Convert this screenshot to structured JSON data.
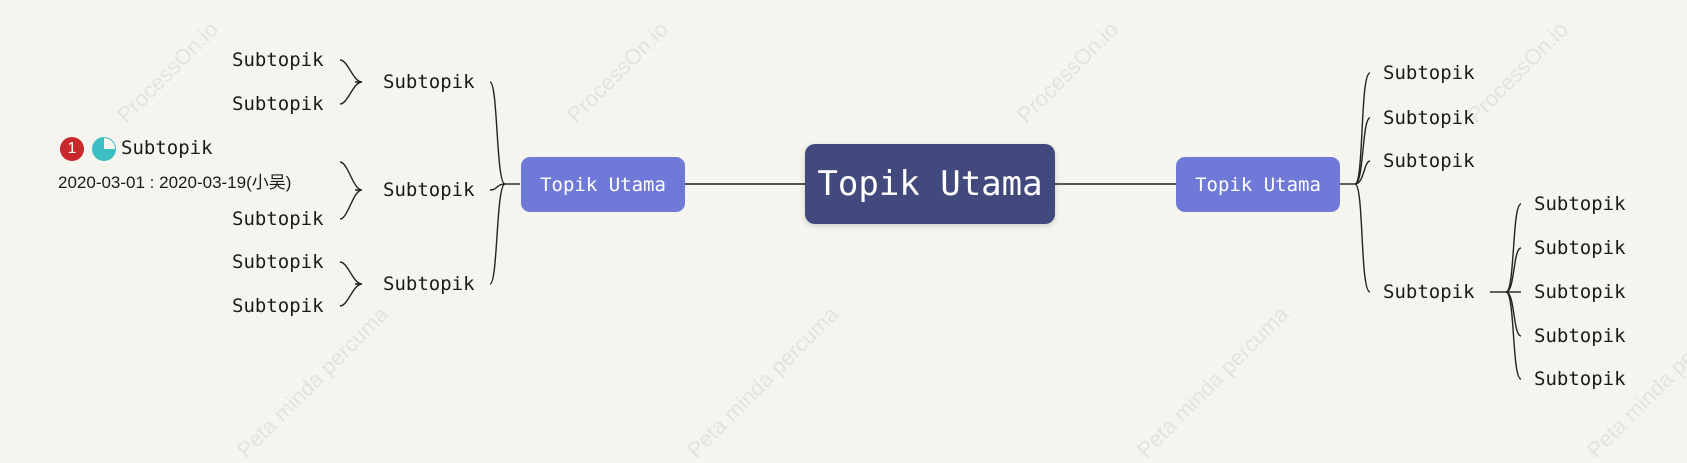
{
  "central_topic": "Topik Utama",
  "left_main": {
    "label": "Topik Utama",
    "subtopics": [
      {
        "label": "Subtopik",
        "children": [
          "Subtopik",
          "Subtopik"
        ]
      },
      {
        "label": "Subtopik",
        "children": [
          "Subtopik",
          "Subtopik"
        ],
        "task": {
          "priority": "1",
          "label": "Subtopik",
          "date_range": "2020-03-01 : 2020-03-19(小吴)"
        }
      },
      {
        "label": "Subtopik",
        "children": [
          "Subtopik",
          "Subtopik"
        ]
      }
    ]
  },
  "right_main": {
    "label": "Topik Utama",
    "subtopics": [
      {
        "label": "Subtopik"
      },
      {
        "label": "Subtopik"
      },
      {
        "label": "Subtopik"
      },
      {
        "label": "Subtopik",
        "children": [
          "Subtopik",
          "Subtopik",
          "Subtopik",
          "Subtopik",
          "Subtopik"
        ]
      }
    ]
  },
  "watermarks": [
    "ProcessOn.io",
    "Peta minda percuma"
  ],
  "colors": {
    "background": "#f5f4ee",
    "central": "#424a7d",
    "main": "#6f7ad8",
    "priority_badge": "#c8282b",
    "progress_badge": "#3cbfc4"
  },
  "icons": {
    "priority": "priority-1-icon",
    "progress": "progress-pie-icon"
  }
}
